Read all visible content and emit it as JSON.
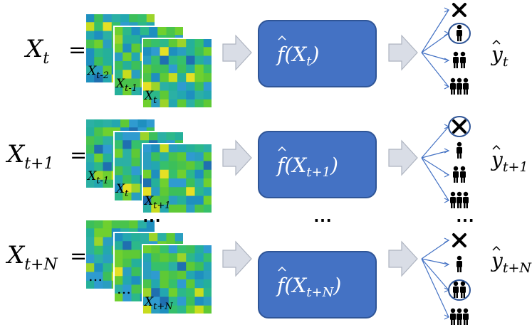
{
  "rows": [
    {
      "input_label": "X",
      "input_sub": "t",
      "equals": "=",
      "frames": [
        {
          "main": "X",
          "sub": "t-2"
        },
        {
          "main": "X",
          "sub": "t-1"
        },
        {
          "main": "X",
          "sub": "t"
        }
      ],
      "model": {
        "f": "f",
        "arg": "X",
        "sub": "t"
      },
      "output": {
        "y": "y",
        "sub": "t"
      },
      "selected_class": 1
    },
    {
      "input_label": "X",
      "input_sub": "t+1",
      "equals": "=",
      "frames": [
        {
          "main": "X",
          "sub": "t-1"
        },
        {
          "main": "X",
          "sub": "t"
        },
        {
          "main": "X",
          "sub": "t+1"
        }
      ],
      "model": {
        "f": "f",
        "arg": "X",
        "sub": "t+1"
      },
      "output": {
        "y": "y",
        "sub": "t+1"
      },
      "selected_class": 0
    },
    {
      "input_label": "X",
      "input_sub": "t+N",
      "equals": "=",
      "frames": [
        {
          "main": "…",
          "sub": ""
        },
        {
          "main": "…",
          "sub": ""
        },
        {
          "main": "X",
          "sub": "t+N"
        }
      ],
      "model": {
        "f": "f",
        "arg": "X",
        "sub": "t+N"
      },
      "output": {
        "y": "y",
        "sub": "t+N"
      },
      "selected_class": 2
    }
  ],
  "ellipsis": "⋯",
  "output_classes": [
    "cross-icon",
    "one-person-icon",
    "two-people-icon",
    "three-people-icon"
  ],
  "colors": {
    "model_box": "#4472c4",
    "model_box_border": "#2f5597",
    "arrow_fill": "#d9dde6",
    "arrow_stroke": "#aeb4c0",
    "branch_line": "#4472c4",
    "selection_ring": "#2f5597"
  }
}
